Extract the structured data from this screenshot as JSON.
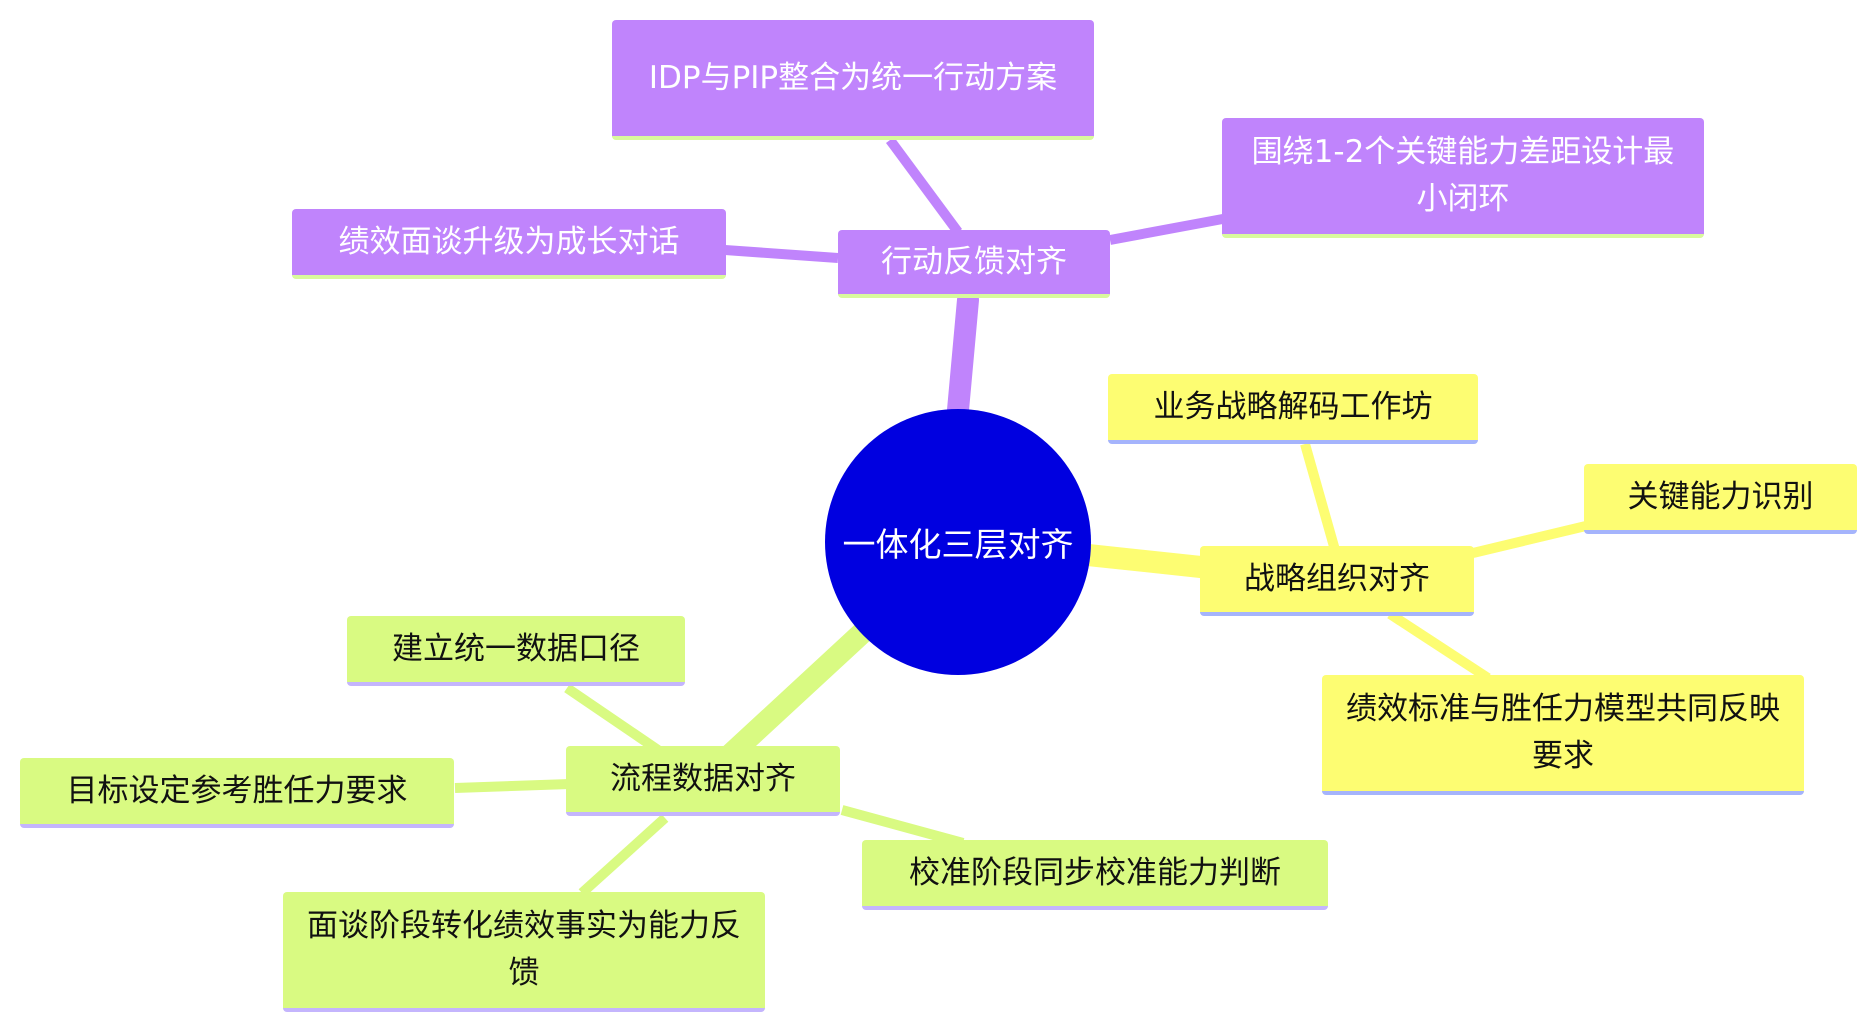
{
  "root": {
    "label": "一体化三层对齐",
    "color": "#0000e0"
  },
  "branches": [
    {
      "label": "行动反馈对齐",
      "color": "#c084fc",
      "children": [
        "IDP与PIP整合为统一行动方案",
        "围绕1-2个关键能力差距设计最小闭环",
        "绩效面谈升级为成长对话"
      ]
    },
    {
      "label": "战略组织对齐",
      "color": "#fdfd72",
      "children": [
        "业务战略解码工作坊",
        "关键能力识别",
        "绩效标准与胜任力模型共同反映要求"
      ]
    },
    {
      "label": "流程数据对齐",
      "color": "#d9fa82",
      "children": [
        "建立统一数据口径",
        "目标设定参考胜任力要求",
        "面谈阶段转化绩效事实为能力反馈",
        "校准阶段同步校准能力判断"
      ]
    }
  ]
}
